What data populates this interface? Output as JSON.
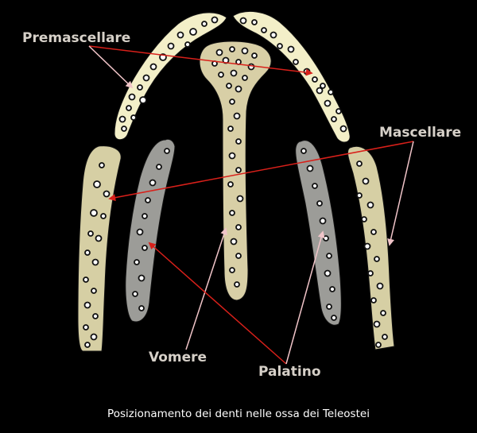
{
  "labels": {
    "premascellare": "Premascellare",
    "mascellare": "Mascellare",
    "vomere": "Vomere",
    "palatino": "Palatino"
  },
  "caption": "Posizionamento dei denti nelle ossa dei Teleostei",
  "colors": {
    "background": "#000000",
    "premaxilla_bone": "#f3efc8",
    "maxilla_bone": "#d6cfa4",
    "vomer_bone": "#d8cfa6",
    "palatine_bone": "#9c9c98",
    "tooth_fill": "#ffffff",
    "tooth_stroke": "#111111",
    "label_text": "#d6d0c8",
    "pointer_red": "#d8201a",
    "pointer_pink": "#f0c4c8"
  }
}
